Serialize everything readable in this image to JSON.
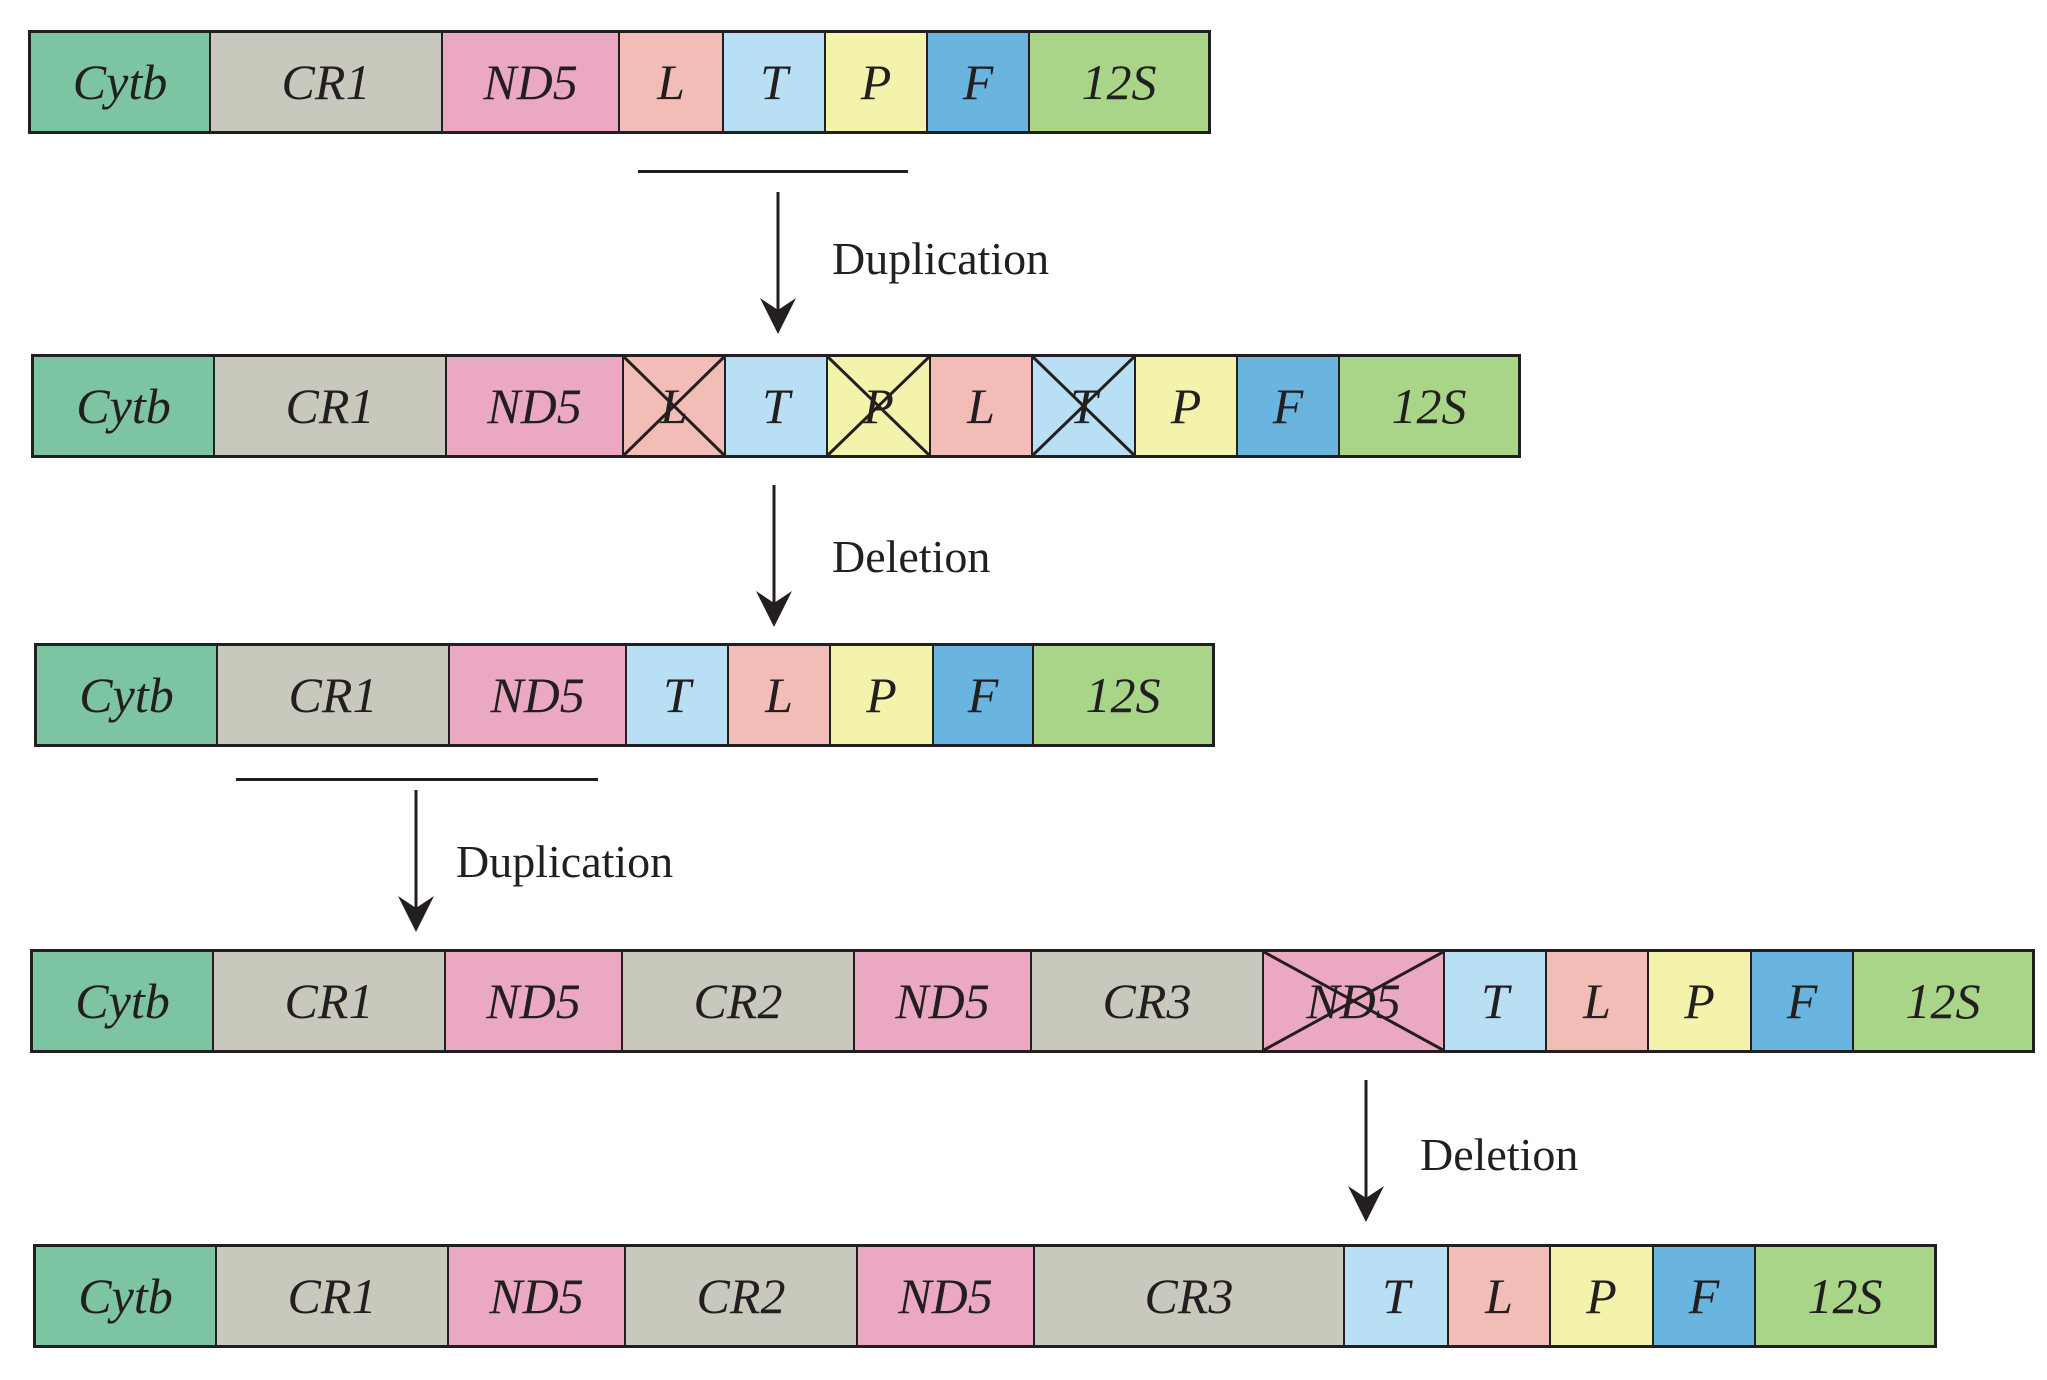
{
  "colors": {
    "Cytb": "#7dc4a2",
    "CR": "#c9c8bd",
    "ND5": "#eba8c3",
    "L": "#f2bdb6",
    "T": "#b8dff3",
    "P": "#f4f3ab",
    "F": "#6ab5e0",
    "12S": "#a8d587"
  },
  "rows": [
    {
      "genes": [
        {
          "label": "Cytb",
          "type": "Cytb"
        },
        {
          "label": "CR1",
          "type": "CR"
        },
        {
          "label": "ND5",
          "type": "ND5"
        },
        {
          "label": "L",
          "type": "L"
        },
        {
          "label": "T",
          "type": "T"
        },
        {
          "label": "P",
          "type": "P"
        },
        {
          "label": "F",
          "type": "F"
        },
        {
          "label": "12S",
          "type": "12S"
        }
      ]
    },
    {
      "genes": [
        {
          "label": "Cytb",
          "type": "Cytb"
        },
        {
          "label": "CR1",
          "type": "CR"
        },
        {
          "label": "ND5",
          "type": "ND5"
        },
        {
          "label": "L",
          "type": "L",
          "deleted": true
        },
        {
          "label": "T",
          "type": "T"
        },
        {
          "label": "P",
          "type": "P",
          "deleted": true
        },
        {
          "label": "L",
          "type": "L"
        },
        {
          "label": "T",
          "type": "T",
          "deleted": true
        },
        {
          "label": "P",
          "type": "P"
        },
        {
          "label": "F",
          "type": "F"
        },
        {
          "label": "12S",
          "type": "12S"
        }
      ]
    },
    {
      "genes": [
        {
          "label": "Cytb",
          "type": "Cytb"
        },
        {
          "label": "CR1",
          "type": "CR"
        },
        {
          "label": "ND5",
          "type": "ND5"
        },
        {
          "label": "T",
          "type": "T"
        },
        {
          "label": "L",
          "type": "L"
        },
        {
          "label": "P",
          "type": "P"
        },
        {
          "label": "F",
          "type": "F"
        },
        {
          "label": "12S",
          "type": "12S"
        }
      ]
    },
    {
      "genes": [
        {
          "label": "Cytb",
          "type": "Cytb"
        },
        {
          "label": "CR1",
          "type": "CR"
        },
        {
          "label": "ND5",
          "type": "ND5"
        },
        {
          "label": "CR2",
          "type": "CR"
        },
        {
          "label": "ND5",
          "type": "ND5"
        },
        {
          "label": "CR3",
          "type": "CR"
        },
        {
          "label": "ND5",
          "type": "ND5",
          "deleted": true
        },
        {
          "label": "T",
          "type": "T"
        },
        {
          "label": "L",
          "type": "L"
        },
        {
          "label": "P",
          "type": "P"
        },
        {
          "label": "F",
          "type": "F"
        },
        {
          "label": "12S",
          "type": "12S"
        }
      ]
    },
    {
      "genes": [
        {
          "label": "Cytb",
          "type": "Cytb"
        },
        {
          "label": "CR1",
          "type": "CR"
        },
        {
          "label": "ND5",
          "type": "ND5"
        },
        {
          "label": "CR2",
          "type": "CR"
        },
        {
          "label": "ND5",
          "type": "ND5"
        },
        {
          "label": "CR3",
          "type": "CR"
        },
        {
          "label": "T",
          "type": "T"
        },
        {
          "label": "L",
          "type": "L"
        },
        {
          "label": "P",
          "type": "P"
        },
        {
          "label": "F",
          "type": "F"
        },
        {
          "label": "12S",
          "type": "12S"
        }
      ]
    }
  ],
  "steps": [
    {
      "label": "Duplication"
    },
    {
      "label": "Deletion"
    },
    {
      "label": "Duplication"
    },
    {
      "label": "Deletion"
    }
  ]
}
